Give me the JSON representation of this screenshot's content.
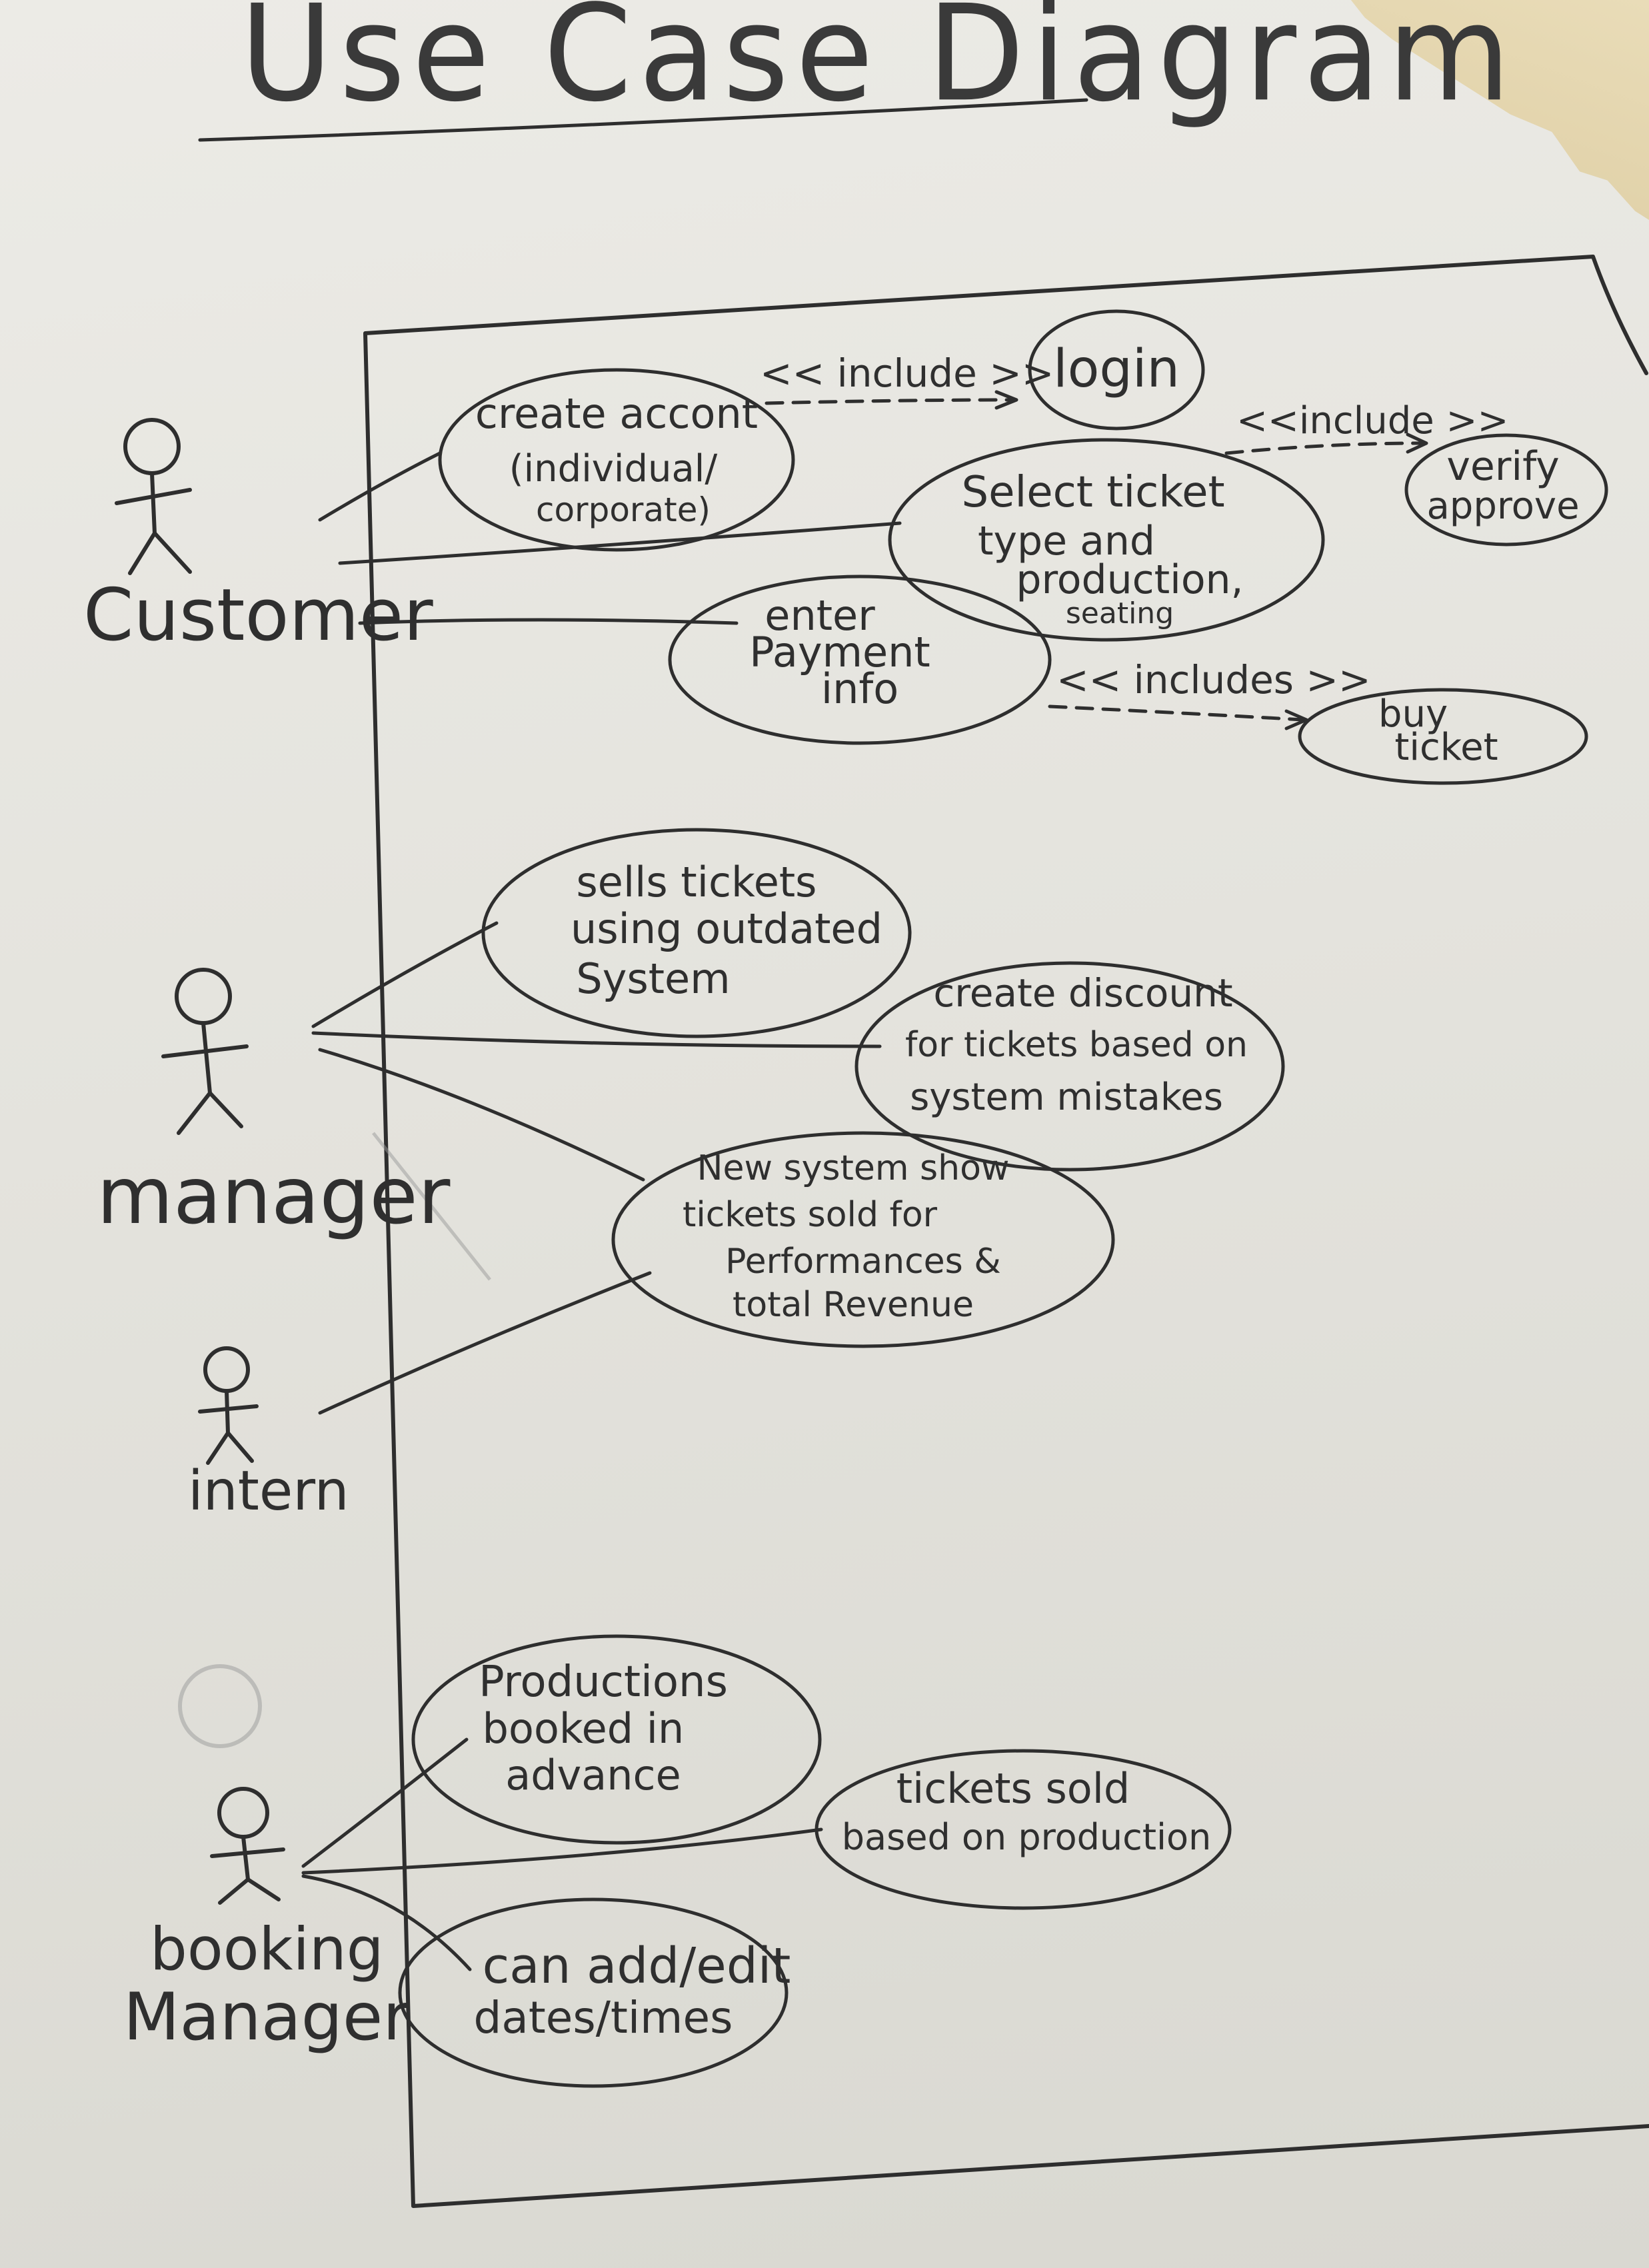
{
  "title": "Use Case Diagram",
  "actors": [
    {
      "id": "customer",
      "label": "Customer"
    },
    {
      "id": "manager",
      "label": "manager"
    },
    {
      "id": "intern",
      "label": "intern"
    },
    {
      "id": "booking",
      "label_lines": [
        "booking",
        "Manager"
      ]
    }
  ],
  "use_cases": [
    {
      "id": "create",
      "lines": [
        "create accont",
        "(individual/",
        "corporate)"
      ]
    },
    {
      "id": "login",
      "lines": [
        "login"
      ]
    },
    {
      "id": "select",
      "lines": [
        "Select ticket",
        "type and",
        "production,",
        "seating"
      ]
    },
    {
      "id": "verify",
      "lines": [
        "verify",
        "approve"
      ]
    },
    {
      "id": "payment",
      "lines": [
        "enter",
        "Payment",
        "info"
      ]
    },
    {
      "id": "buy",
      "lines": [
        "buy",
        "ticket"
      ]
    },
    {
      "id": "sells",
      "lines": [
        "sells tickets",
        "using outdated",
        "System"
      ]
    },
    {
      "id": "discount",
      "lines": [
        "create discount",
        "for tickets based on",
        "system mistakes"
      ]
    },
    {
      "id": "newsys",
      "lines": [
        "New system show",
        "tickets sold for",
        "Performances &",
        "total Revenue"
      ]
    },
    {
      "id": "booked",
      "lines": [
        "Productions",
        "booked in",
        "advance"
      ]
    },
    {
      "id": "sold",
      "lines": [
        "tickets sold",
        "based on production"
      ]
    },
    {
      "id": "addedit",
      "lines": [
        "can add/edit",
        "dates/times"
      ]
    }
  ],
  "relations": [
    {
      "label": "<< include >>"
    },
    {
      "label": "<<include >>"
    },
    {
      "label": "<< includes >>"
    }
  ]
}
